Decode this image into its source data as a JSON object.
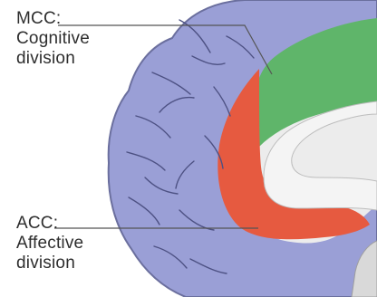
{
  "labels": {
    "mcc": {
      "abbr": "MCC:",
      "line1": "Cognitive",
      "line2": "division"
    },
    "acc": {
      "abbr": "ACC:",
      "line1": "Affective",
      "line2": "division"
    }
  },
  "colors": {
    "cortex": "#9a9fd6",
    "cortex_outline": "#6b6f9e",
    "sulcus": "#4d5183",
    "mcc_region": "#5fb56a",
    "acc_region": "#e65a40",
    "white_matter": "#ececec",
    "leader_line": "#555555"
  }
}
